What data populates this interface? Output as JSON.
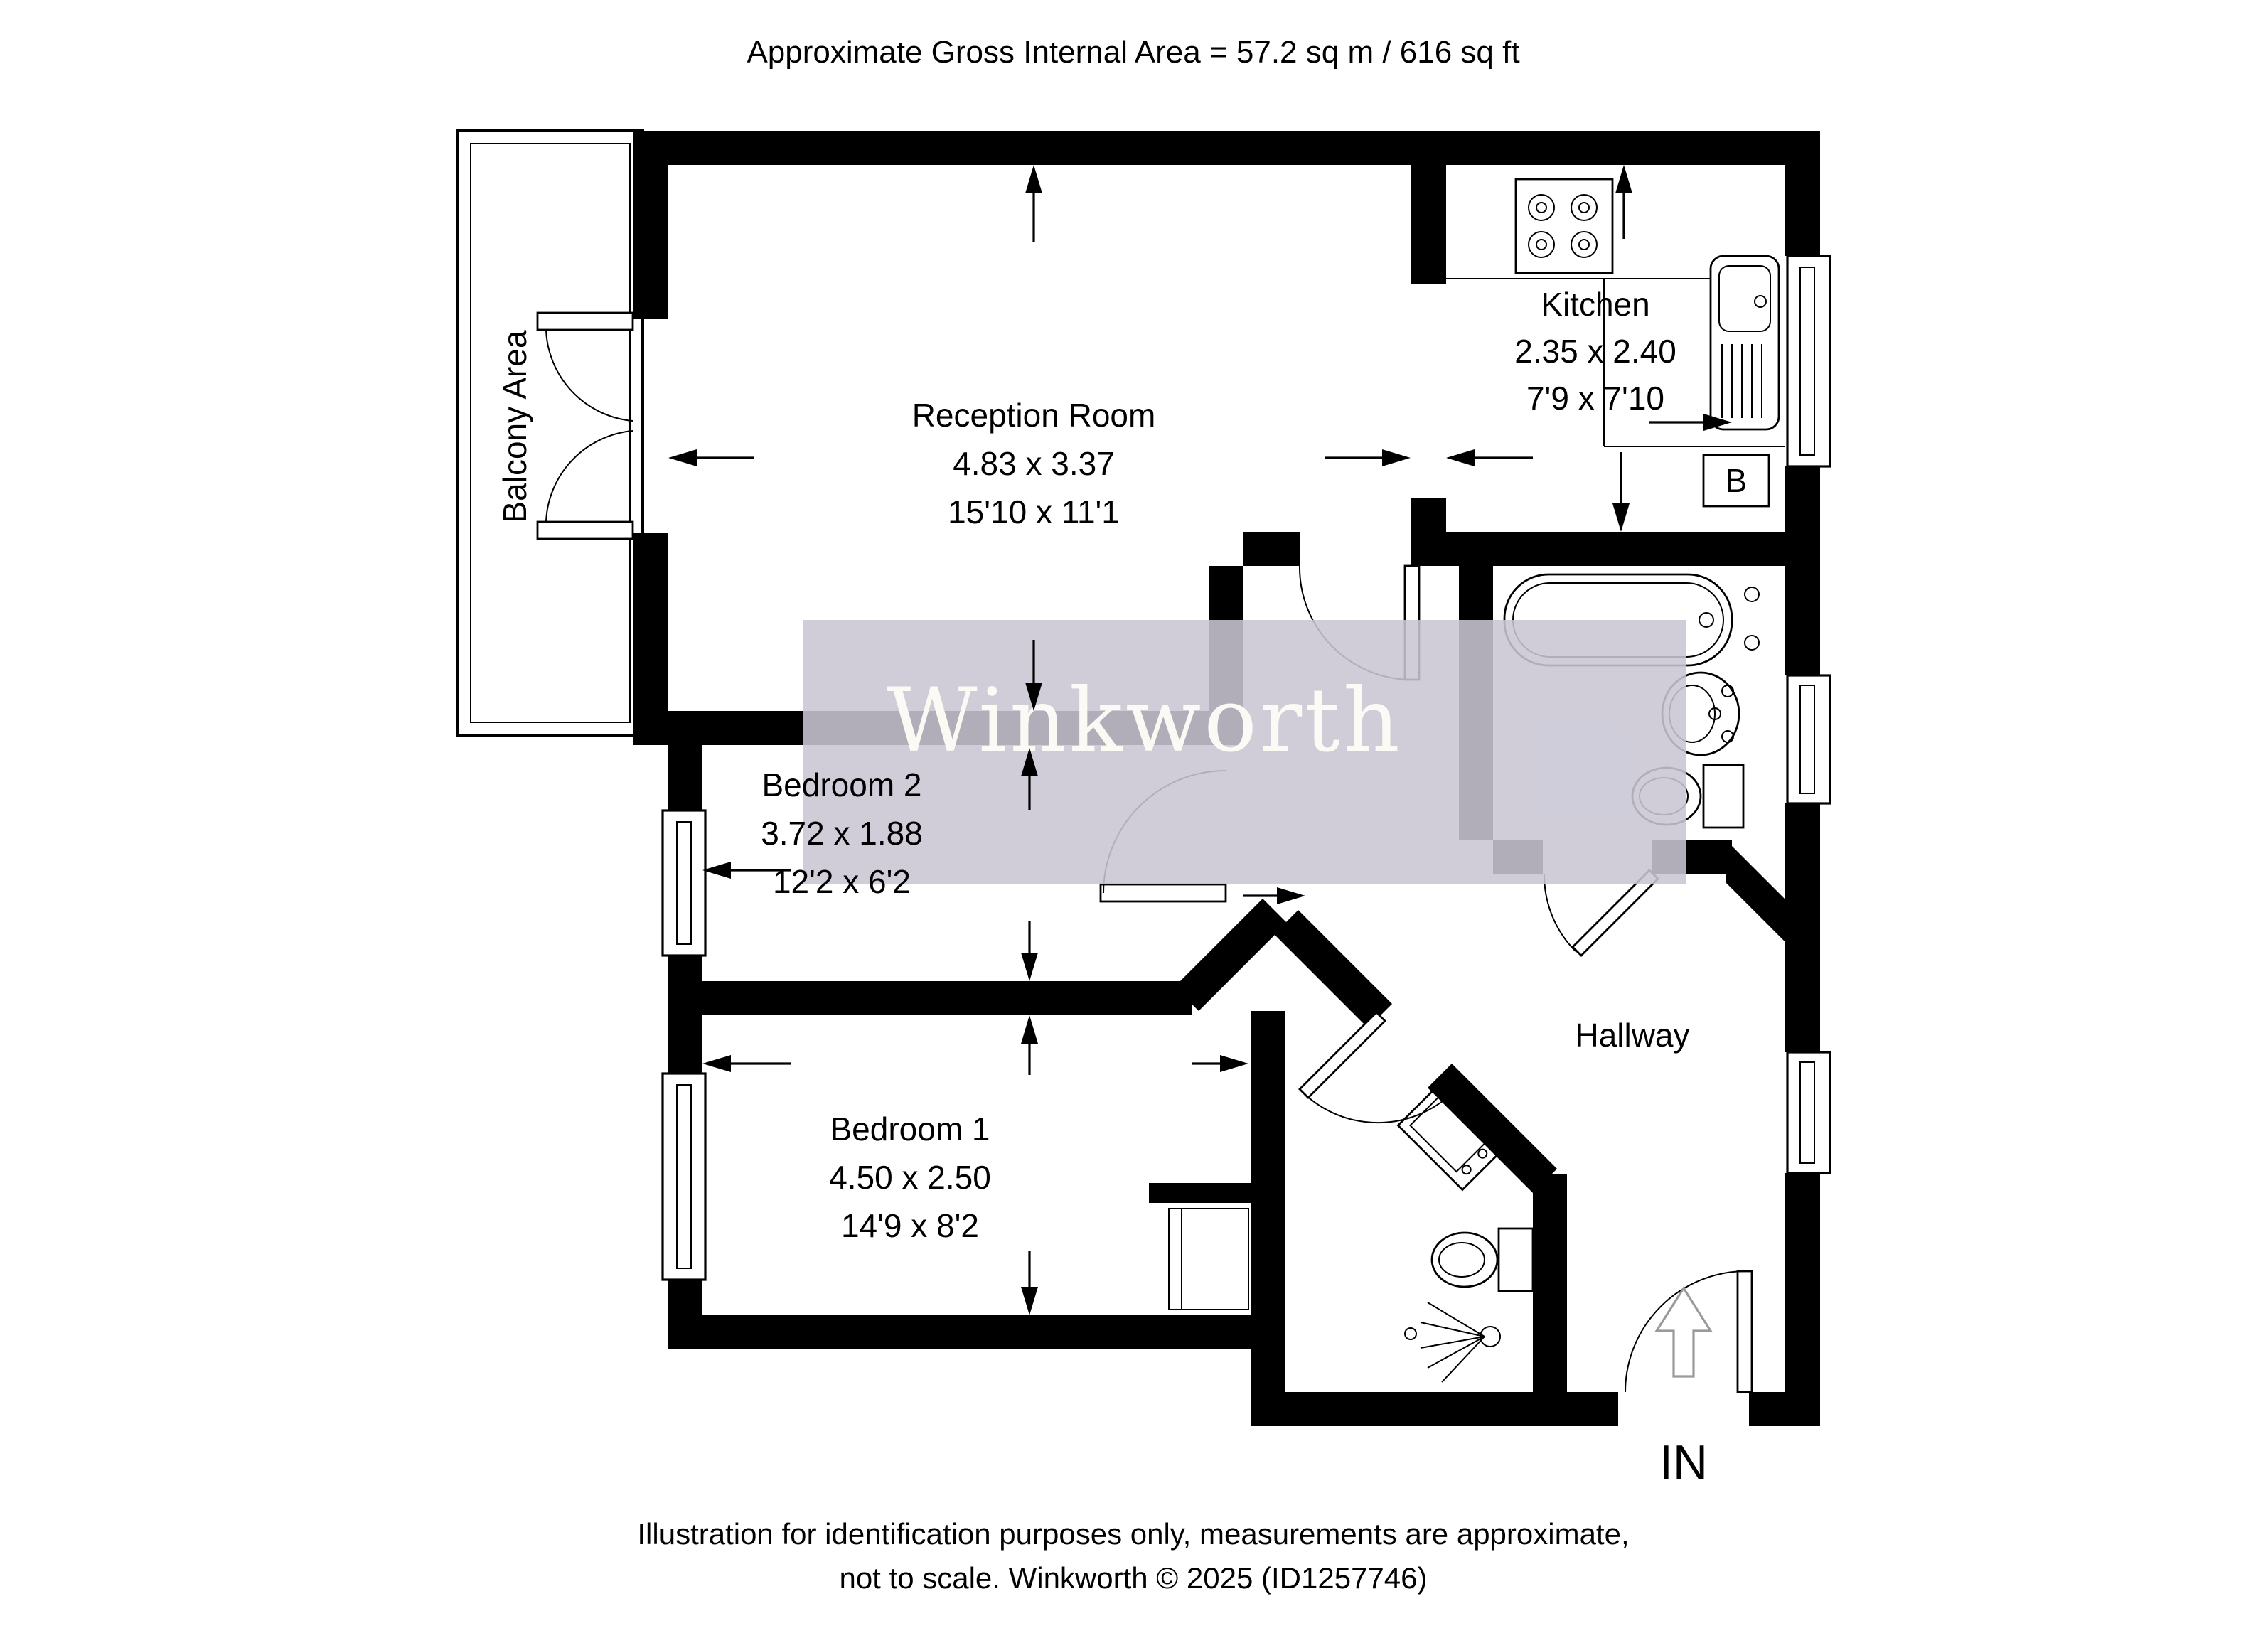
{
  "title": "Approximate Gross Internal Area = 57.2 sq m / 616 sq ft",
  "watermark": "Winkworth",
  "balcony": {
    "label": "Balcony Area"
  },
  "rooms": {
    "reception": {
      "name": "Reception Room",
      "dim_m": "4.83 x 3.37",
      "dim_ft": "15'10 x 11'1"
    },
    "kitchen": {
      "name": "Kitchen",
      "dim_m": "2.35 x 2.40",
      "dim_ft": "7'9 x 7'10"
    },
    "bedroom2": {
      "name": "Bedroom 2",
      "dim_m": "3.72 x 1.88",
      "dim_ft": "12'2 x 6'2"
    },
    "bedroom1": {
      "name": "Bedroom 1",
      "dim_m": "4.50 x 2.50",
      "dim_ft": "14'9 x 8'2"
    },
    "hallway": {
      "name": "Hallway"
    }
  },
  "labels": {
    "boiler": "B",
    "entrance": "IN"
  },
  "footer": {
    "line1": "Illustration for identification purposes only, measurements are approximate,",
    "line2": "not to scale. Winkworth © 2025 (ID1257746)"
  },
  "colors": {
    "wall": "#000000",
    "watermark_bg": "#c9c6d4",
    "watermark_text": "#fdfcf6",
    "entrance_arrow": "#9a9a9a"
  }
}
